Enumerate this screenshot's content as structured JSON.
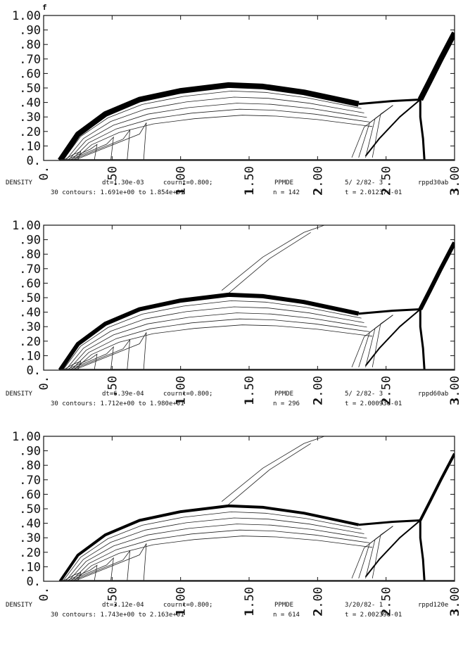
{
  "figure_label": "f",
  "chart_data": [
    {
      "type": "contour",
      "y_tick_labels": [
        "0.",
        ".10",
        ".20",
        ".30",
        ".40",
        ".50",
        ".60",
        ".70",
        ".80",
        ".90",
        "1.00"
      ],
      "x_tick_labels": [
        "0.",
        ".50",
        "1.00",
        "1.50",
        "2.00",
        "2.50",
        "3.00"
      ],
      "x_tick_labels_lower": [
        "",
        "",
        "1",
        "1",
        "2",
        "2",
        "3"
      ],
      "xlim": [
        0,
        3
      ],
      "ylim": [
        0,
        1
      ],
      "caption": {
        "variable": "DENSITY",
        "dt": "dt=1.30e-03",
        "courant": "cournt=0.800;",
        "scheme": "PPMDE",
        "date": "5/ 2/82- 3",
        "run": "rppd30ab",
        "contours": "30 contours: 1.691e+00 to 1.854e+01",
        "n": "n = 142",
        "t": "t = 2.01237e-01"
      }
    },
    {
      "type": "contour",
      "y_tick_labels": [
        "0.",
        ".10",
        ".20",
        ".30",
        ".40",
        ".50",
        ".60",
        ".70",
        ".80",
        ".90",
        "1.00"
      ],
      "x_tick_labels": [
        "0.",
        ".50",
        "1.00",
        "1.50",
        "2.00",
        "2.50",
        "3.00"
      ],
      "x_tick_labels_lower": [
        "",
        "",
        "1",
        "1",
        "2",
        "2",
        "3"
      ],
      "xlim": [
        0,
        3
      ],
      "ylim": [
        0,
        1
      ],
      "caption": {
        "variable": "DENSITY",
        "dt": "dt=6.39e-04",
        "courant": "cournt=0.800;",
        "scheme": "PPMDE",
        "date": "5/ 2/82- 3",
        "run": "rppd60ab",
        "contours": "30 contours: 1.712e+00 to 1.980e+01",
        "n": "n = 296",
        "t": "t = 2.00093e-01"
      }
    },
    {
      "type": "contour",
      "y_tick_labels": [
        "0.",
        ".10",
        ".20",
        ".30",
        ".40",
        ".50",
        ".60",
        ".70",
        ".80",
        ".90",
        "1.00"
      ],
      "x_tick_labels": [
        "0.",
        ".50",
        "1.00",
        "1.50",
        "2.00",
        "2.50",
        "3.00"
      ],
      "x_tick_labels_lower": [
        "",
        "",
        "1",
        "1",
        "2",
        "2",
        "3"
      ],
      "xlim": [
        0,
        3
      ],
      "ylim": [
        0,
        1
      ],
      "caption": {
        "variable": "DENSITY",
        "dt": "dt=3.12e-04",
        "courant": "cournt=0.800;",
        "scheme": "PPMDE",
        "date": "3/20/82- 1",
        "run": "rppd120e",
        "contours": "30 contours: 1.743e+00 to 2.163e+01",
        "n": "n = 614",
        "t": "t = 2.00239e-01"
      }
    }
  ]
}
